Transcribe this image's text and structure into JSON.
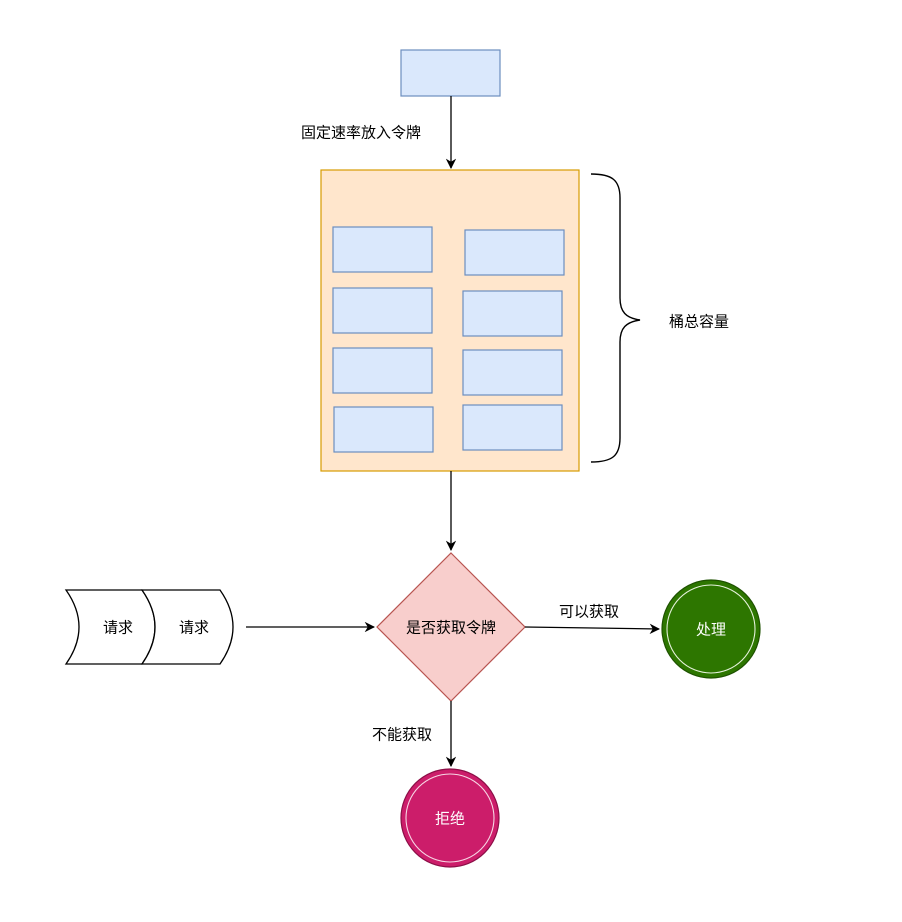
{
  "labels": {
    "fixed_rate": "固定速率放入令牌",
    "capacity": "桶总容量",
    "request_1": "请求",
    "request_2": "请求",
    "decision": "是否获取令牌",
    "can_get": "可以获取",
    "cannot_get": "不能获取",
    "process": "处理",
    "reject": "拒绝"
  },
  "colors": {
    "token_fill": "#dae8fc",
    "token_stroke": "#6c8ebf",
    "bucket_fill": "#ffe6cc",
    "bucket_stroke": "#d79b00",
    "decision_fill": "#f8cecc",
    "decision_stroke": "#b85450",
    "process_fill": "#2d7600",
    "reject_fill": "#cc1d6a",
    "line": "#000000"
  }
}
